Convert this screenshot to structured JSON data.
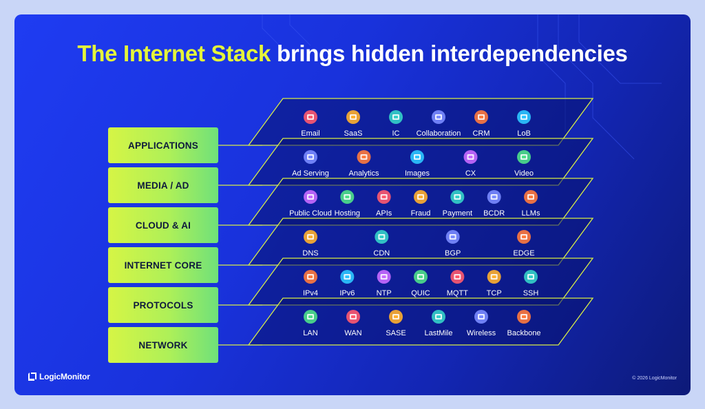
{
  "title": {
    "highlight": "The Internet Stack",
    "rest": "brings hidden interdependencies"
  },
  "colors": {
    "accent": "#e4f53a",
    "background": "#1a34e0",
    "layer_stroke": "#d9ee46"
  },
  "layers": [
    {
      "label": "APPLICATIONS",
      "items": [
        {
          "name": "Email",
          "icon": "email-icon"
        },
        {
          "name": "SaaS",
          "icon": "saas-icon"
        },
        {
          "name": "IC",
          "icon": "ic-icon"
        },
        {
          "name": "Collaboration",
          "icon": "collaboration-icon"
        },
        {
          "name": "CRM",
          "icon": "crm-icon"
        },
        {
          "name": "LoB",
          "icon": "lob-icon"
        }
      ]
    },
    {
      "label": "MEDIA / AD",
      "items": [
        {
          "name": "Ad Serving",
          "icon": "ad-serving-icon"
        },
        {
          "name": "Analytics",
          "icon": "analytics-icon"
        },
        {
          "name": "Images",
          "icon": "images-icon"
        },
        {
          "name": "CX",
          "icon": "cx-icon"
        },
        {
          "name": "Video",
          "icon": "video-icon"
        }
      ]
    },
    {
      "label": "CLOUD & AI",
      "items": [
        {
          "name": "Public Cloud",
          "icon": "public-cloud-icon"
        },
        {
          "name": "Hosting",
          "icon": "hosting-icon"
        },
        {
          "name": "APIs",
          "icon": "apis-icon"
        },
        {
          "name": "Fraud",
          "icon": "fraud-icon"
        },
        {
          "name": "Payment",
          "icon": "payment-icon"
        },
        {
          "name": "BCDR",
          "icon": "bcdr-icon"
        },
        {
          "name": "LLMs",
          "icon": "llms-icon"
        }
      ]
    },
    {
      "label": "INTERNET CORE",
      "items": [
        {
          "name": "DNS",
          "icon": "dns-icon"
        },
        {
          "name": "CDN",
          "icon": "cdn-icon"
        },
        {
          "name": "BGP",
          "icon": "bgp-icon"
        },
        {
          "name": "EDGE",
          "icon": "edge-icon"
        }
      ]
    },
    {
      "label": "PROTOCOLS",
      "items": [
        {
          "name": "IPv4",
          "icon": "ipv4-icon"
        },
        {
          "name": "IPv6",
          "icon": "ipv6-icon"
        },
        {
          "name": "NTP",
          "icon": "ntp-icon"
        },
        {
          "name": "QUIC",
          "icon": "quic-icon"
        },
        {
          "name": "MQTT",
          "icon": "mqtt-icon"
        },
        {
          "name": "TCP",
          "icon": "tcp-icon"
        },
        {
          "name": "SSH",
          "icon": "ssh-icon"
        }
      ]
    },
    {
      "label": "NETWORK",
      "items": [
        {
          "name": "LAN",
          "icon": "lan-icon"
        },
        {
          "name": "WAN",
          "icon": "wan-icon"
        },
        {
          "name": "SASE",
          "icon": "sase-icon"
        },
        {
          "name": "LastMile",
          "icon": "lastmile-icon"
        },
        {
          "name": "Wireless",
          "icon": "wireless-icon"
        },
        {
          "name": "Backbone",
          "icon": "backbone-icon"
        }
      ]
    }
  ],
  "logo": {
    "text": "LogicMonitor"
  },
  "copyright": "© 2026 LogicMonitor"
}
